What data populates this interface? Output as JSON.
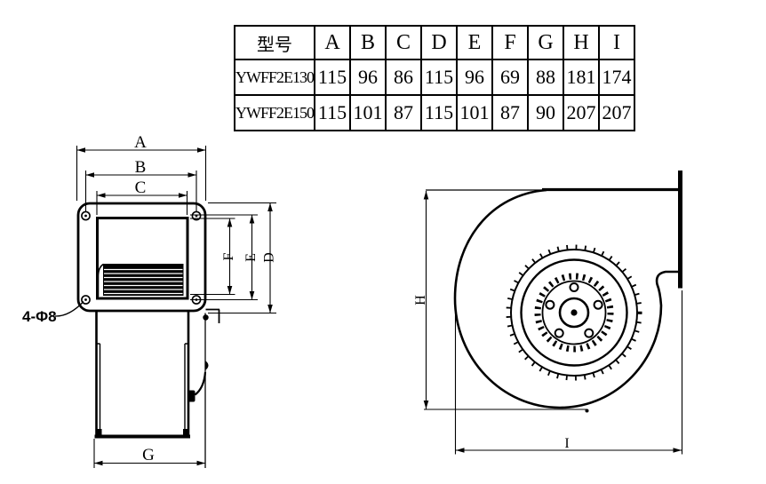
{
  "table": {
    "headers": [
      "型号",
      "A",
      "B",
      "C",
      "D",
      "E",
      "F",
      "G",
      "H",
      "I"
    ],
    "rows": [
      {
        "model": "YWFF2E130",
        "values": [
          "115",
          "96",
          "86",
          "115",
          "96",
          "69",
          "88",
          "181",
          "174"
        ]
      },
      {
        "model": "YWFF2E150",
        "values": [
          "115",
          "101",
          "87",
          "115",
          "101",
          "87",
          "90",
          "207",
          "207"
        ]
      }
    ]
  },
  "side_view": {
    "dim_labels": {
      "A": "A",
      "B": "B",
      "C": "C",
      "D": "D",
      "E": "E",
      "F": "F",
      "G": "G"
    },
    "hole_note": "4-Φ8"
  },
  "front_view": {
    "dim_labels": {
      "H": "H",
      "I": "I"
    }
  },
  "colors": {
    "line": "#000000",
    "background": "#ffffff"
  }
}
